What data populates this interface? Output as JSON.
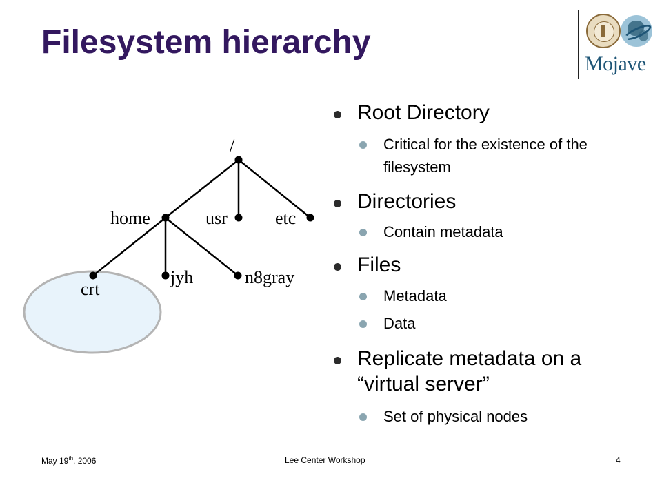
{
  "title": "Filesystem hierarchy",
  "logo": {
    "text": "Mojave",
    "seal_icon": "caltech-seal-icon",
    "globe_icon": "globe-icon"
  },
  "diagram": {
    "root": "/",
    "nodes": [
      "home",
      "usr",
      "etc",
      "crt",
      "jyh",
      "n8gray"
    ],
    "highlight_color": "#e8f3fb"
  },
  "bullets": [
    {
      "text": "Root Directory",
      "sub": [
        "Critical for the existence of the filesystem"
      ]
    },
    {
      "text": "Directories",
      "sub": [
        "Contain metadata"
      ]
    },
    {
      "text": "Files",
      "sub": [
        "Metadata",
        "Data"
      ]
    },
    {
      "text": "Replicate metadata on a “virtual server”",
      "sub": [
        "Set of physical nodes"
      ]
    }
  ],
  "footer": {
    "date_prefix": "May 19",
    "date_sup": "th",
    "date_suffix": ", 2006",
    "center": "Lee Center Workshop",
    "page": "4"
  },
  "colors": {
    "title": "#33185f",
    "logo": "#1e5576"
  }
}
